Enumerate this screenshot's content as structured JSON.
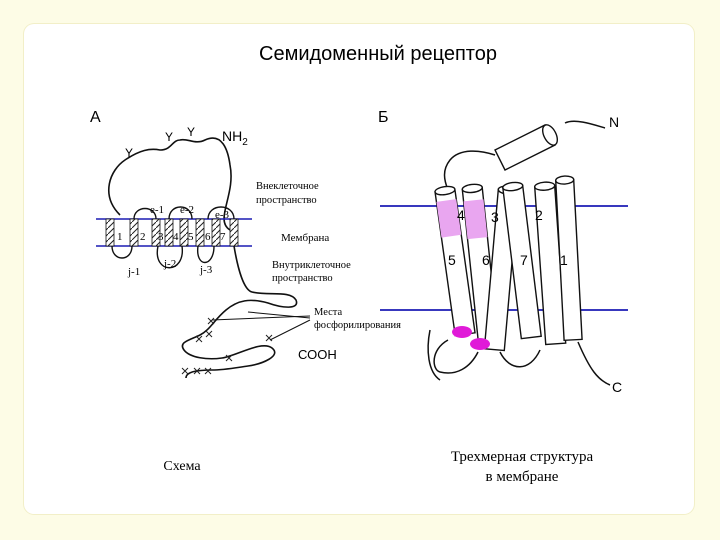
{
  "title": "Семидоменный рецептор",
  "panel_a": {
    "label": "А",
    "glyco": [
      "Y",
      "Y",
      "Y"
    ],
    "nh2": "NH",
    "nh2_sub": "2",
    "extra_loops": [
      "e-1",
      "e-2",
      "e-3"
    ],
    "helices": [
      "1",
      "2",
      "3",
      "4",
      "5",
      "6",
      "7"
    ],
    "intra_loops": [
      "j-1",
      "j-2",
      "j-3"
    ],
    "caption": "Схема"
  },
  "panel_b": {
    "label": "Б",
    "n_term": "N",
    "c_term": "C",
    "helix_numbers_top": [
      "4",
      "3",
      "2"
    ],
    "helix_numbers_bottom": [
      "5",
      "6",
      "7",
      "1"
    ],
    "caption_line1": "Трехмерная структура",
    "caption_line2": "в мембране"
  },
  "annotations": {
    "extracellular_line1": "Внеклеточное",
    "extracellular_line2": "пространство",
    "membrane": "Мембрана",
    "intracellular_line1": "Внутриклеточное",
    "intracellular_line2": "пространство",
    "phospho_line1": "Места",
    "phospho_line2": "фосфорилирования",
    "cooh": "СООН"
  },
  "colors": {
    "page_bg": "#fdfce6",
    "membrane_line": "#1c1cb4",
    "highlight": "#e9a6f0",
    "phospho_site": "#e01ad8"
  }
}
